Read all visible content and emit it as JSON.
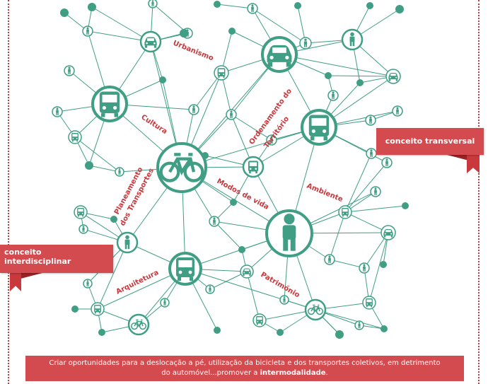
{
  "labels": {
    "urbanismo": "Urbanismo",
    "cultura": "Cultura",
    "ordenamento_1": "Ordenamento do",
    "ordenamento_2": "Território",
    "planeamento_1": "Planeamento",
    "planeamento_2": "dos Transportes",
    "modos_de_vida": "Modos de vida",
    "ambiente": "Ambiente",
    "arquitetura": "Arquitetura",
    "patrimonio": "Património"
  },
  "banners": {
    "transversal": "conceito transversal",
    "interdisciplinar_1": "conceito",
    "interdisciplinar_2": "interdisciplinar"
  },
  "footer": {
    "line1": "Criar oportunidades para a deslocação a pé, utilização da bicicleta e dos transportes coletivos, em detrimento",
    "line2_prefix": "do automóvel...promover a ",
    "line2_bold": "intermodalidade",
    "line2_suffix": "."
  },
  "colors": {
    "network": "#3f9e84",
    "accent": "#c8383c",
    "banner": "#d44b4f"
  },
  "icons": [
    "bicycle-icon",
    "bus-icon",
    "car-icon",
    "pedestrian-icon"
  ]
}
